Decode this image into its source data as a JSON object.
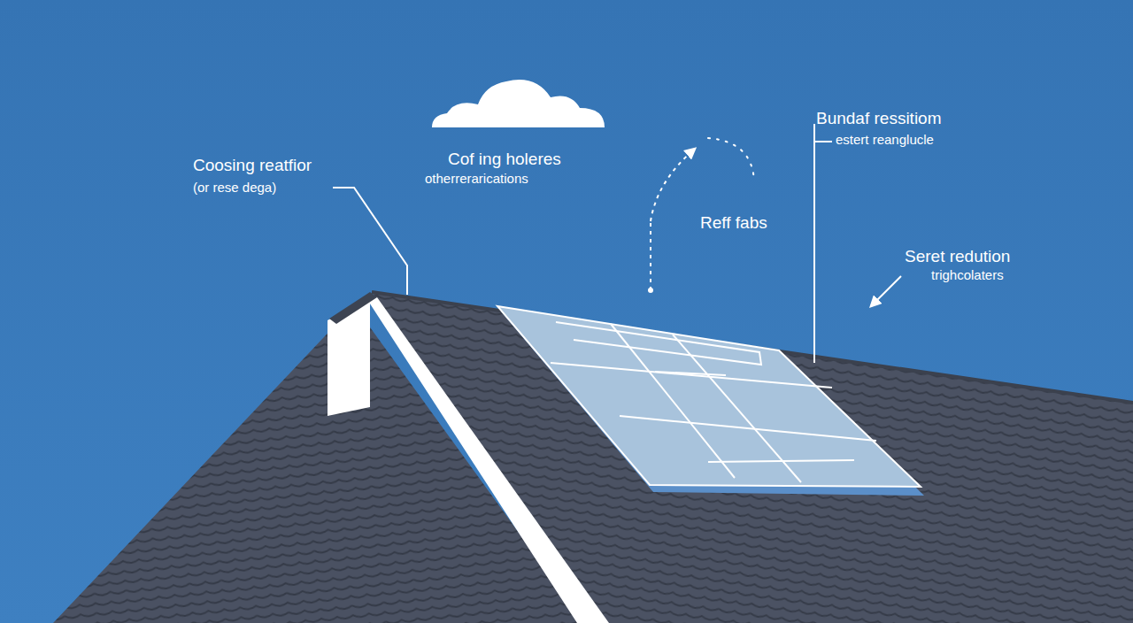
{
  "diagram": {
    "labels": [
      "Coosing reatfior",
      "(or rese dega)",
      "Cof ing holeres",
      "otherrerarications",
      "Reff fabs",
      "Bundaf ressitiom",
      "estert reanglucle",
      "Seret redution",
      "trighcolaters"
    ]
  }
}
